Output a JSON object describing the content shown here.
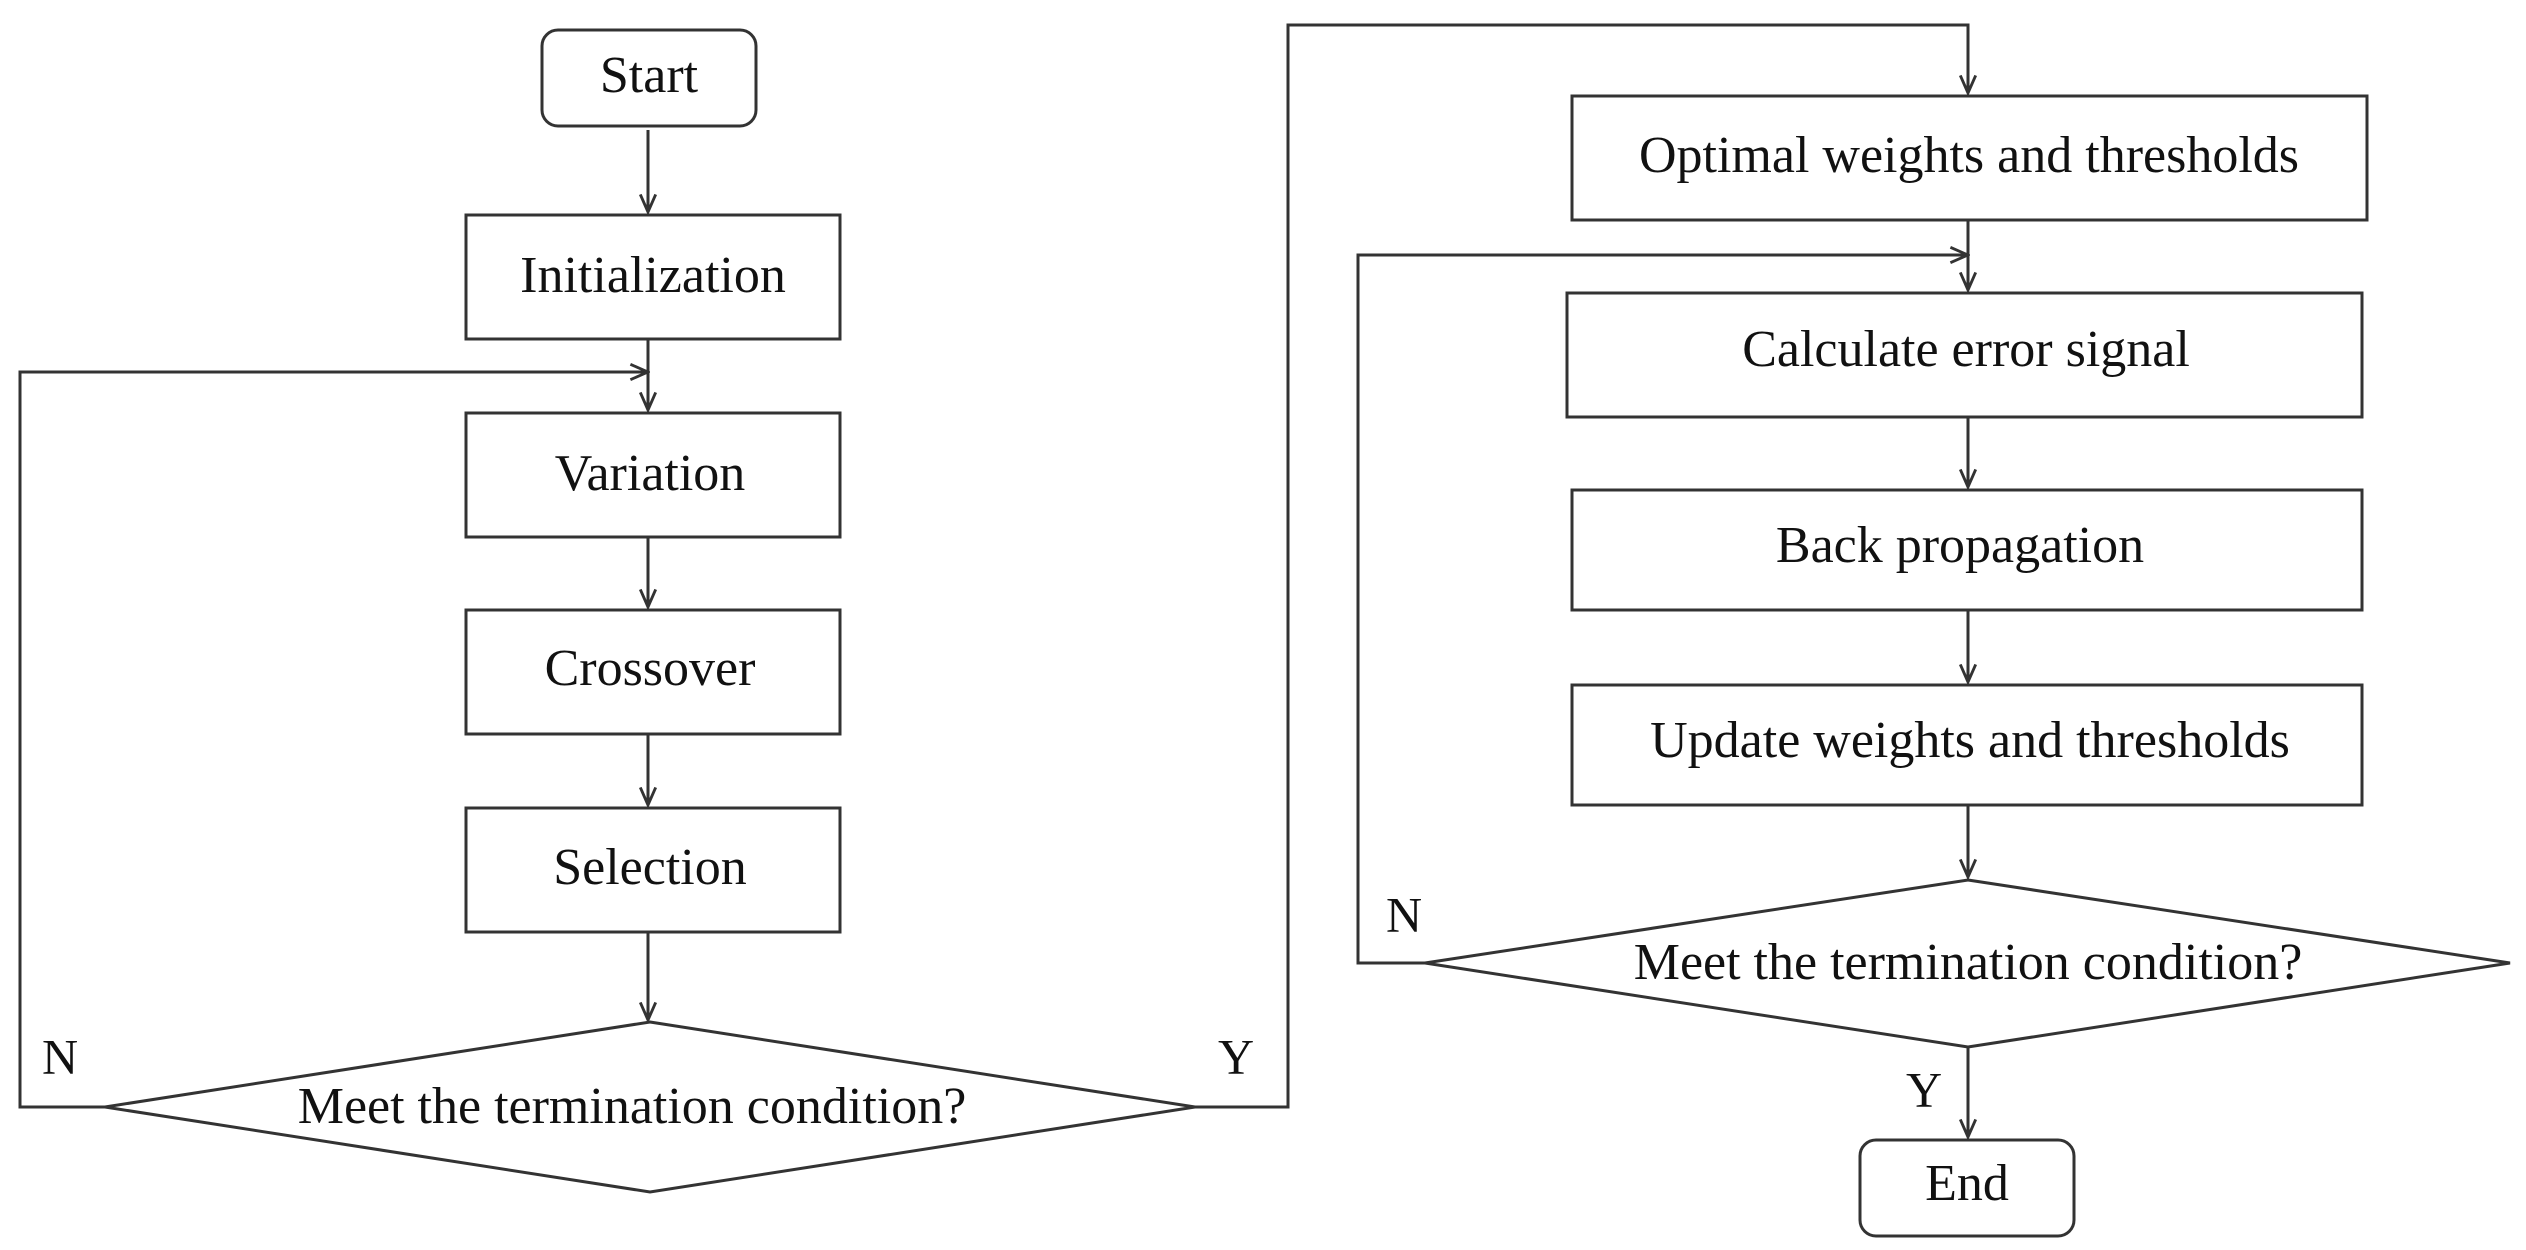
{
  "left_flow": {
    "start": "Start",
    "initialization": "Initialization",
    "variation": "Variation",
    "crossover": "Crossover",
    "selection": "Selection",
    "decision": "Meet the termination condition?",
    "no_label": "N",
    "yes_label": "Y"
  },
  "right_flow": {
    "optimal": "Optimal weights and thresholds",
    "calculate": "Calculate error signal",
    "backprop": "Back propagation",
    "update": "Update weights and thresholds",
    "decision": "Meet the termination condition?",
    "no_label": "N",
    "yes_label": "Y",
    "end": "End"
  },
  "colors": {
    "stroke": "#333333",
    "text": "#111111",
    "background": "#ffffff"
  }
}
